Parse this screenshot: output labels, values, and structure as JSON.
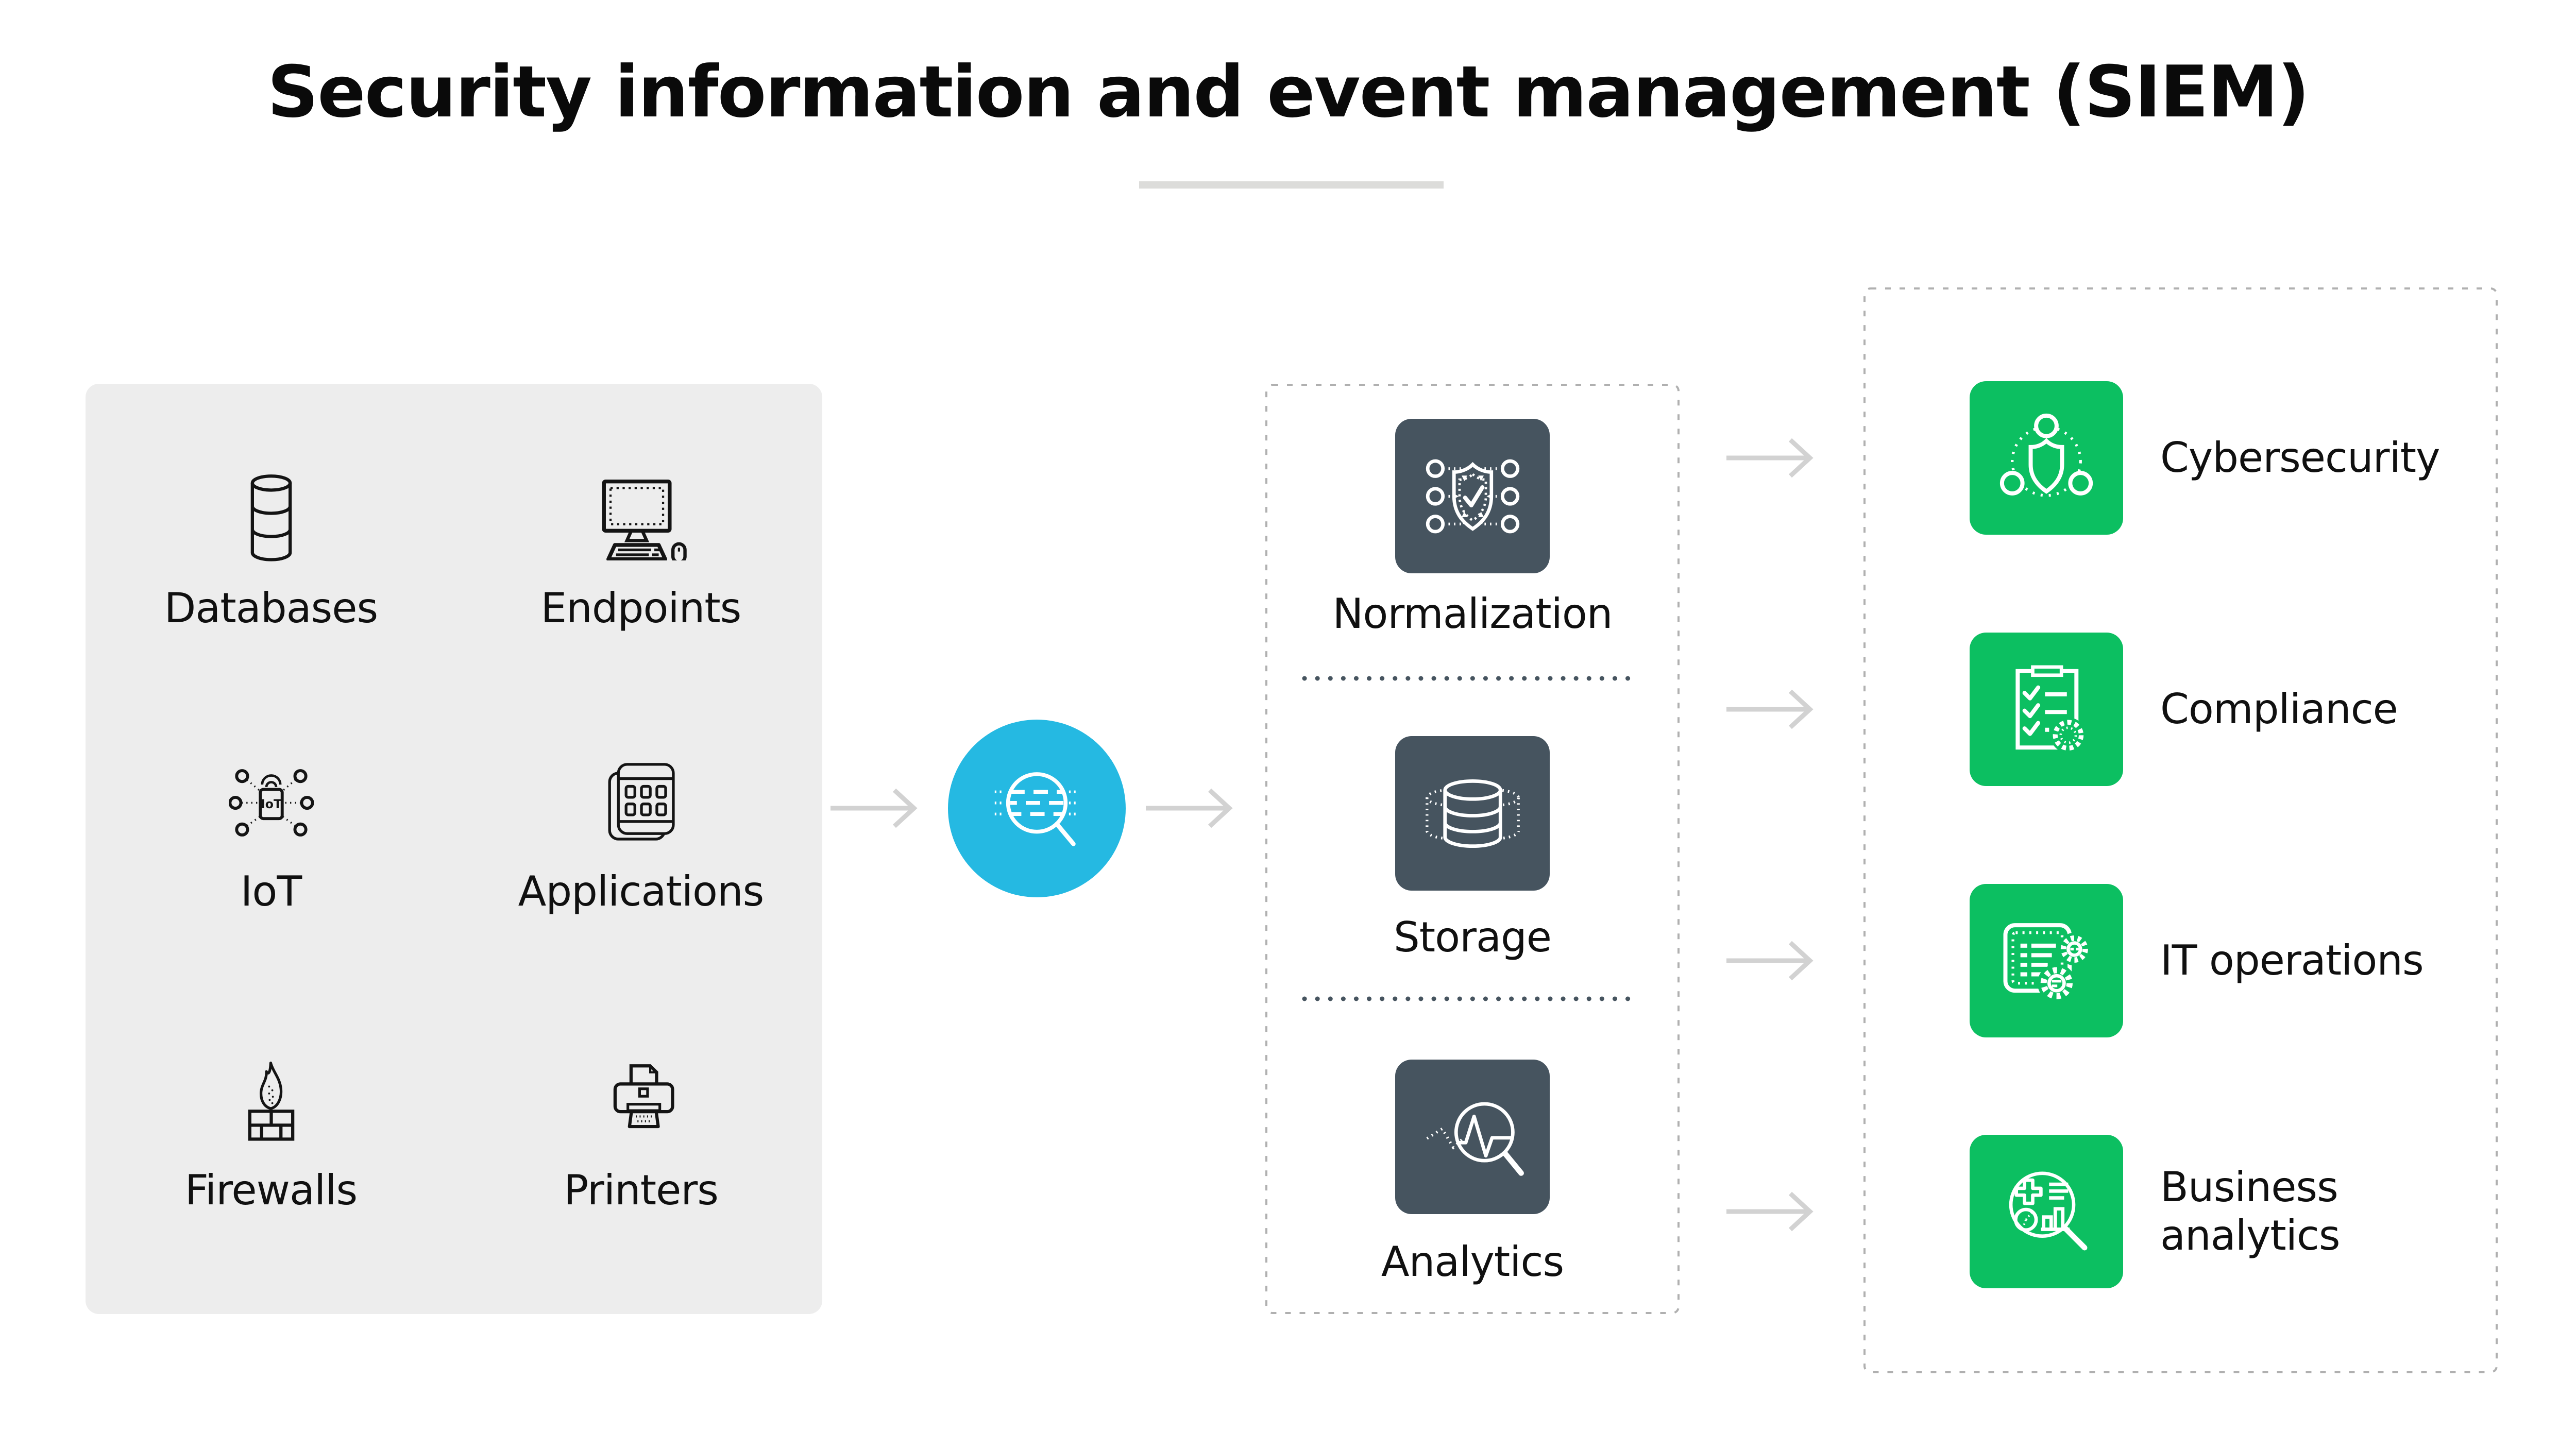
{
  "title": "Security information and event management (SIEM)",
  "iot_icon_text": "IoT",
  "colors": {
    "ink": "#0d0d0d",
    "panel_gray": "#ededed",
    "cyan": "#25b9e2",
    "slate": "#46545f",
    "green": "#0cbf61",
    "arrow_gray": "#d2d2d2",
    "dash_gray": "#b0b0b0",
    "underline_gray": "#dcdcda"
  },
  "sources": {
    "items": [
      {
        "label": "Databases",
        "icon": "databases-icon"
      },
      {
        "label": "Endpoints",
        "icon": "endpoints-icon"
      },
      {
        "label": "IoT",
        "icon": "iot-icon"
      },
      {
        "label": "Applications",
        "icon": "applications-icon"
      },
      {
        "label": "Firewalls",
        "icon": "firewalls-icon"
      },
      {
        "label": "Printers",
        "icon": "printers-icon"
      }
    ]
  },
  "collector": {
    "icon": "log-search-icon"
  },
  "pipeline": {
    "items": [
      {
        "label": "Normalization",
        "icon": "normalization-icon"
      },
      {
        "label": "Storage",
        "icon": "storage-icon"
      },
      {
        "label": "Analytics",
        "icon": "analytics-icon"
      }
    ]
  },
  "outcomes": {
    "items": [
      {
        "label": "Cybersecurity",
        "icon": "cybersecurity-icon"
      },
      {
        "label": "Compliance",
        "icon": "compliance-icon"
      },
      {
        "label": "IT operations",
        "icon": "it-operations-icon"
      },
      {
        "label": "Business analytics",
        "icon": "business-analytics-icon"
      }
    ]
  }
}
